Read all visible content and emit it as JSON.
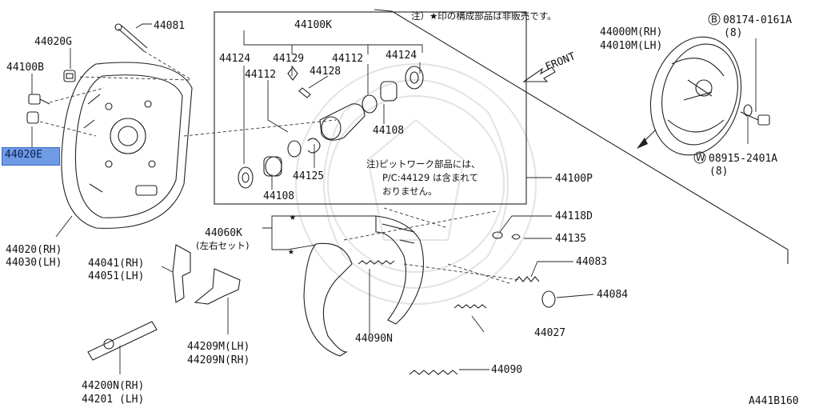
{
  "diagram": {
    "note_top": "注）★印の構成部品は非販売です。",
    "figure_code": "A441B160",
    "front_label": "FRONT",
    "highlighted_part": "44020E",
    "labels": {
      "p44081": "44081",
      "p44020G": "44020G",
      "p44100B": "44100B",
      "p44020rh": "44020(RH)",
      "p44030lh": "44030(LH)",
      "p44100K": "44100K",
      "p44124a": "44124",
      "p44129": "44129",
      "p44112a": "44112",
      "p44124b": "44124",
      "p44112b": "44112",
      "p44128": "44128",
      "p44108a": "44108",
      "p44125": "44125",
      "p44108b": "44108",
      "p44100P": "44100P",
      "p44000M": "44000M(RH)",
      "p44010M": "44010M(LH)",
      "pB08174": "08174-0161A",
      "pB08174_qty": "(8)",
      "pW08915": "08915-2401A",
      "pW08915_qty": "(8)",
      "circleB": "B",
      "circleW": "W",
      "p44060K": "44060K",
      "p44060K_sub": "(左右セット)",
      "p44118D": "44118D",
      "p44135": "44135",
      "p44083": "44083",
      "p44084": "44084",
      "p44027": "44027",
      "p44090N": "44090N",
      "p44090": "44090",
      "p44041": "44041(RH)",
      "p44051": "44051(LH)",
      "p44209M": "44209M(LH)",
      "p44209N": "44209N(RH)",
      "p44200N": "44200N(RH)",
      "p44201": "44201 (LH)"
    },
    "inset_note": [
      "注)ピットワーク部品には、",
      "P/C:44129 は含まれて",
      "おりません。"
    ],
    "star": "★"
  }
}
